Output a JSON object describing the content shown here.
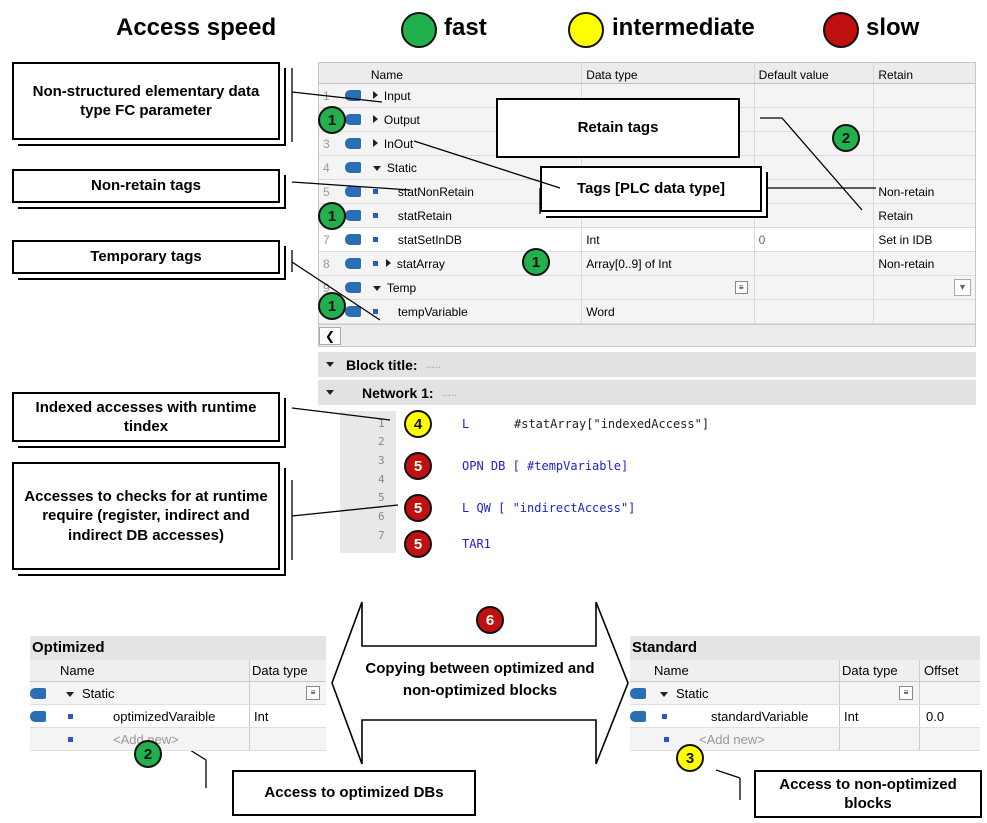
{
  "legend": {
    "title": "Access speed",
    "fast": "fast",
    "intermediate": "intermediate",
    "slow": "slow",
    "colors": {
      "fast": "#22b04f",
      "intermediate": "#ffff00",
      "slow": "#c01010"
    }
  },
  "callouts": {
    "non_structured": "Non-structured elementary data type FC parameter",
    "non_retain": "Non-retain tags",
    "temporary": "Temporary tags",
    "retain_tags": "Retain tags",
    "plc_type": "Tags [PLC data type]",
    "indexed": "Indexed accesses with runtime tindex",
    "runtime_checks": "Accesses to checks for at runtime require (register, indirect and indirect  DB accesses)",
    "copying": "Copying between optimized and non-optimized blocks",
    "opt_db": "Access to optimized DBs",
    "non_opt": "Access to non-optimized blocks"
  },
  "badges": {
    "output": "1",
    "retain": "2",
    "stat_retain": "1",
    "stat_array": "1",
    "temp_var": "1",
    "indexed": "4",
    "opn": "5",
    "lqw": "5",
    "tar": "5",
    "copy": "6",
    "opt": "2",
    "std": "3"
  },
  "tag_table": {
    "headers": {
      "name": "Name",
      "type": "Data type",
      "default": "Default value",
      "retain": "Retain"
    },
    "rows": [
      {
        "num": "1",
        "name": "Input",
        "type": "",
        "default": "",
        "retain": ""
      },
      {
        "num": "2",
        "name": "Output",
        "type": "",
        "default": "",
        "retain": ""
      },
      {
        "num": "3",
        "name": "InOut",
        "type": "",
        "default": "",
        "retain": ""
      },
      {
        "num": "4",
        "name": "Static",
        "type": "",
        "default": "",
        "retain": ""
      },
      {
        "num": "5",
        "name": "statNonRetain",
        "type": "",
        "default": "",
        "retain": "Non-retain"
      },
      {
        "num": "6",
        "name": "statRetain",
        "type": "",
        "default": "",
        "retain": "Retain"
      },
      {
        "num": "7",
        "name": "statSetInDB",
        "type": "Int",
        "default": "0",
        "retain": "Set in IDB"
      },
      {
        "num": "8",
        "name": "statArray",
        "type": "Array[0..9] of Int",
        "default": "",
        "retain": "Non-retain"
      },
      {
        "num": "9",
        "name": "Temp",
        "type": "",
        "default": "",
        "retain": ""
      },
      {
        "num": "10",
        "name": "tempVariable",
        "type": "Word",
        "default": "",
        "retain": ""
      }
    ]
  },
  "block": {
    "title": "Block title:",
    "network": "Network 1:",
    "dots": "....."
  },
  "code": [
    {
      "n": "1",
      "op": "L",
      "arg": "#statArray[\"indexedAccess\"]"
    },
    {
      "n": "2",
      "op": "",
      "arg": ""
    },
    {
      "n": "3",
      "op": "OPN DB [ #tempVariable]",
      "arg": ""
    },
    {
      "n": "4",
      "op": "",
      "arg": ""
    },
    {
      "n": "5",
      "op": "L QW [ \"indirectAccess\"]",
      "arg": ""
    },
    {
      "n": "6",
      "op": "",
      "arg": ""
    },
    {
      "n": "7",
      "op": "TAR1",
      "arg": ""
    }
  ],
  "optimized": {
    "title": "Optimized",
    "h_name": "Name",
    "h_type": "Data type",
    "static": "Static",
    "var_name": "optimizedVaraible",
    "var_type": "Int",
    "add_new": "<Add new>"
  },
  "standard": {
    "title": "Standard",
    "h_name": "Name",
    "h_type": "Data type",
    "h_offset": "Offset",
    "static": "Static",
    "var_name": "standardVariable",
    "var_type": "Int",
    "var_offset": "0.0",
    "add_new": "<Add new>"
  }
}
